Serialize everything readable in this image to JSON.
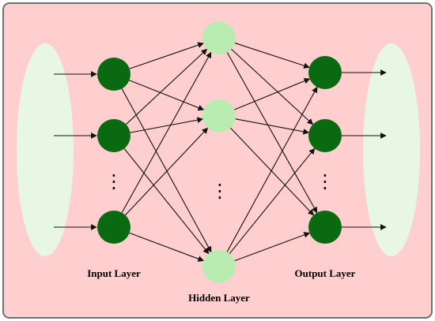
{
  "colors": {
    "background": "#ffcfcf",
    "frame": "#707070",
    "ellipse": "#e8f7e4",
    "input_node": "#0a6a12",
    "hidden_node": "#b8ecb0",
    "output_node": "#0a6a12",
    "edge": "#111111"
  },
  "layers": {
    "input": {
      "label": "Input Layer",
      "node_count_shown": 3
    },
    "hidden": {
      "label": "Hidden Layer",
      "node_count_shown": 3
    },
    "output": {
      "label": "Output Layer",
      "node_count_shown": 3
    }
  },
  "ellipsis": "⋮"
}
